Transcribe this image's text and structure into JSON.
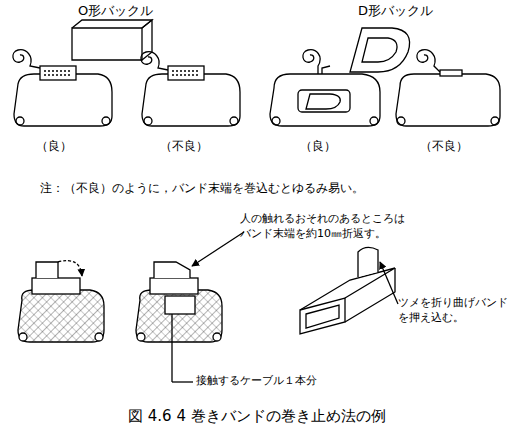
{
  "diagram": {
    "caption": "図 4.6 4 巻きバンドの巻き止め法の例",
    "labels": [
      "O形バックル",
      "D形バックル",
      "（良）",
      "（不良）",
      "（良）",
      "（不良）",
      "注：（不良）のように，バンド末端を巻込むとゆるみ易い。",
      "人の触れるおそれのあるところは バンド末端を約10㎜折返す。",
      "ツメを折り曲げバンド を押え込む。",
      "接触するケーブル１本分"
    ]
  }
}
